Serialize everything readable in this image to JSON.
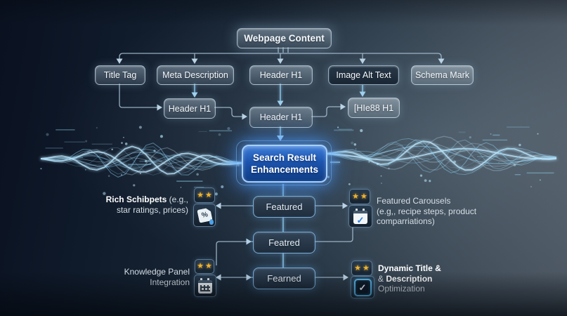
{
  "nodes": {
    "root": {
      "label": "Webpage Content"
    },
    "row2": [
      {
        "label": "Title Tag"
      },
      {
        "label": "Meta Description"
      },
      {
        "label": "Header H1"
      },
      {
        "label": "Image Alt Text"
      },
      {
        "label": "Schema Mark"
      }
    ],
    "row3": [
      {
        "label": "Header H1"
      },
      {
        "label": "Header H1"
      },
      {
        "label": "[HIe88 H1"
      }
    ],
    "center": {
      "line1": "Search Result",
      "line2": "Enhancements"
    },
    "flow": [
      {
        "label": "Featured"
      },
      {
        "label": "Featred"
      },
      {
        "label": "Fearned"
      }
    ]
  },
  "annotations": {
    "rich_snippets": {
      "bold": "Rich Schibpets",
      "rest": " (e.g.,",
      "line2": "star ratings, prices)"
    },
    "featured_carousels": {
      "line1": "Featured Carousels",
      "line2": "(e.g,, recipe steps, product",
      "line3": "comparriations)"
    },
    "knowledge_panel": {
      "line1": "Knowledge Panel",
      "line2": "Integration"
    },
    "dynamic_title": {
      "line1": "Dynamic Title &",
      "line2_prefix": "& ",
      "line2_bold": "Description",
      "line3": "Optimization"
    }
  },
  "icons": {
    "stars_glyphs": "★★",
    "check_glyph": "✓",
    "percent_glyph": "%"
  },
  "colors": {
    "accent_blue": "#4f9fe8",
    "glow_cyan": "#8fd4f5",
    "connector_gray": "#a9c2d6",
    "star_gold": "#f2b32a",
    "search_border": "#a6d0ff"
  }
}
